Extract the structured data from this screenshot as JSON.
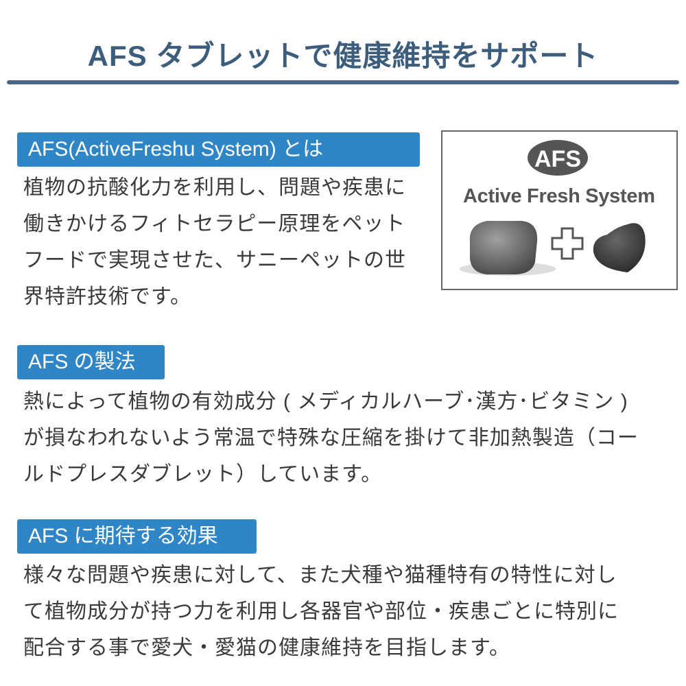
{
  "title": "AFS タブレットで健康維持をサポート",
  "sections": [
    {
      "heading": "AFS(ActiveFreshu System) とは",
      "lines": [
        "植物の抗酸化力を利用し、問題や疾患に",
        "働きかけるフィトセラピー原理をペット",
        "フードで実現させた、サニーペットの世",
        "界特許技術です。"
      ]
    },
    {
      "heading": "AFS の製法",
      "lines": [
        "熱によって植物の有効成分 ( メディカルハーブ･漢方･ビタミン )",
        "が損なわれないよう常温で特殊な圧縮を掛けて非加熱製造（コー",
        "ルドプレスダブレット）しています。"
      ]
    },
    {
      "heading": "AFS に期待する効果",
      "lines": [
        "様々な問題や疾患に対して、また犬種や猫種特有の特性に対し",
        "て植物成分が持つ力を利用し各器官や部位・疾患ごとに特別に",
        "配合する事で愛犬・愛猫の健康維持を目指します。"
      ]
    }
  ],
  "product_image": {
    "logo": "AFS",
    "caption": "Active Fresh System"
  },
  "colors": {
    "title": "#3d5d7c",
    "label_bg": "#2f86c6",
    "rule": "#476683"
  }
}
